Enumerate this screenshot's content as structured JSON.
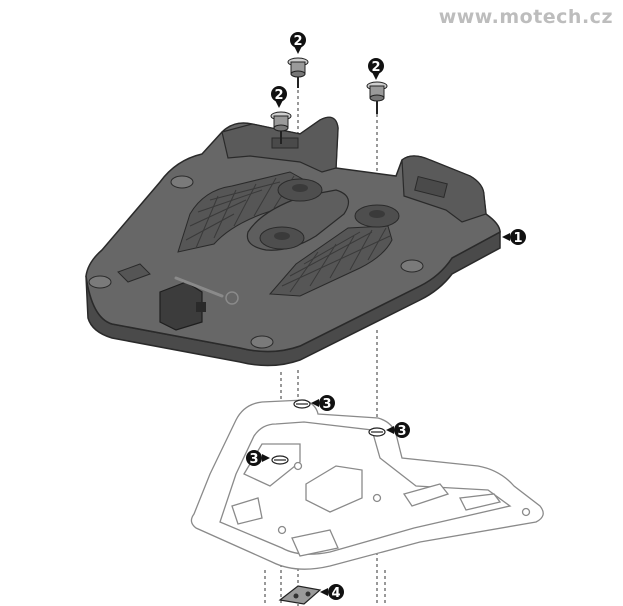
{
  "watermark": "www.motech.cz",
  "callouts": {
    "plate": "1",
    "screw_a": "2",
    "screw_b": "2",
    "screw_c": "2",
    "clip_a": "3",
    "clip_b": "3",
    "clip_c": "3",
    "bracket": "4"
  },
  "colors": {
    "plate_fill": "#626262",
    "plate_top": "#6e6e6e",
    "outline": "#2a2a2a",
    "rack_stroke": "#8a8a8a",
    "callout_fill": "#111111",
    "watermark": "#bdbdbd"
  }
}
